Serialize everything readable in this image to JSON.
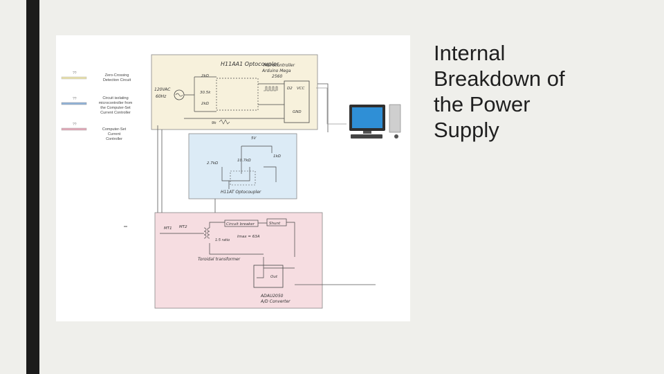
{
  "slide": {
    "title_lines": [
      "Internal",
      "Breakdown of",
      "the Power",
      "Supply"
    ]
  },
  "legend": {
    "items": [
      {
        "lead": "??",
        "label_lines": [
          "Zero-Crossing",
          "Detection Circuit"
        ],
        "color": "#e8dfa8"
      },
      {
        "lead": "??",
        "label_lines": [
          "Circuit isolating",
          "microcontroller from",
          "the Computer-Set",
          "Current Controller"
        ],
        "color": "#8fb3d9"
      },
      {
        "lead": "??",
        "label_lines": [
          "Computer-Set",
          "Current",
          "Controller"
        ],
        "color": "#e3a8b8"
      }
    ]
  },
  "colors": {
    "yellow_block": "#f7f1dc",
    "blue_block": "#dcebf6",
    "pink_block": "#f6dde1",
    "ink": "#3a3a3a"
  },
  "zero_cross": {
    "title": "H11AA1 Optocoupler",
    "mcu_lines": [
      "Microcontroller",
      "Arduino Mega",
      "2560"
    ],
    "mains": [
      "120VAC",
      "60Hz"
    ],
    "r1": "2kΩ",
    "r2": "30.5k",
    "r3": "2kΩ",
    "vcc": "VCC",
    "d2": "D2",
    "gnd": "GND",
    "bottom": "9k"
  },
  "isolation": {
    "v5": "5V",
    "r_top": "10.7kΩ",
    "r_right": "1kΩ",
    "r_left": "2.7kΩ",
    "opto": "H11AT Optocoupler"
  },
  "controller": {
    "mt1": "MT1",
    "mt2": "MT2",
    "circuit": "Circuit breaker",
    "shunt": "Shunt",
    "amps": "Imax = 63A",
    "turns": "1:5 ratio",
    "transformer": "Toroidal transformer",
    "adc_out": "Out",
    "adc": [
      "ADAU2050",
      "A/D Converter"
    ]
  }
}
